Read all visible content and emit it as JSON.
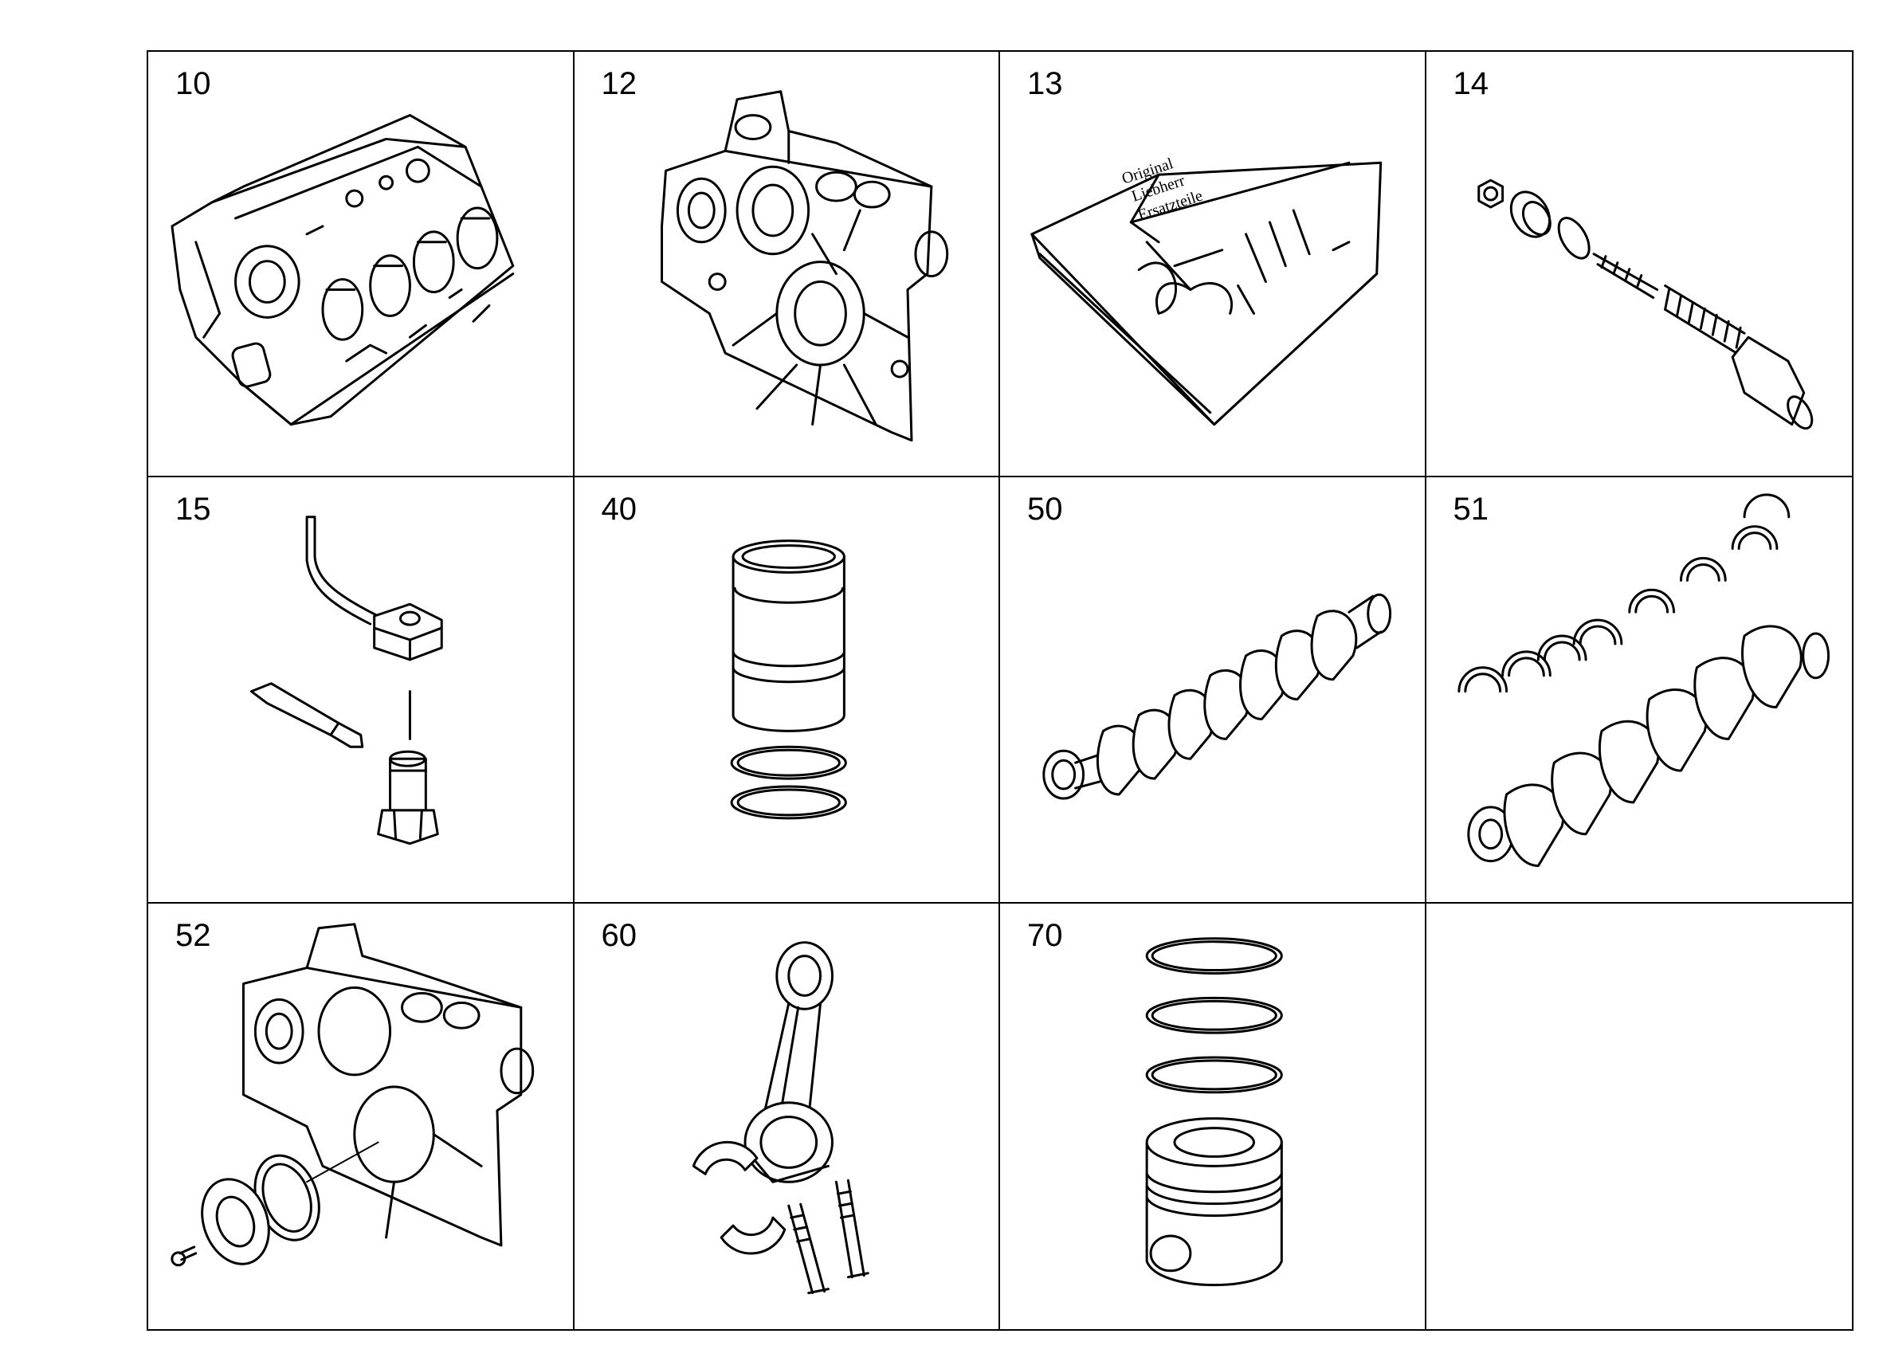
{
  "cells": [
    {
      "number": "10",
      "icon": "engine-block"
    },
    {
      "number": "12",
      "icon": "timing-cover"
    },
    {
      "number": "13",
      "icon": "gasket-kit-box"
    },
    {
      "number": "14",
      "icon": "pressure-relief-valve-kit"
    },
    {
      "number": "15",
      "icon": "oil-spray-nozzle-kit"
    },
    {
      "number": "40",
      "icon": "cylinder-liner"
    },
    {
      "number": "50",
      "icon": "crankshaft"
    },
    {
      "number": "51",
      "icon": "crankshaft-with-bearings"
    },
    {
      "number": "52",
      "icon": "timing-cover-with-seal"
    },
    {
      "number": "60",
      "icon": "connecting-rod"
    },
    {
      "number": "70",
      "icon": "piston-with-rings"
    },
    {
      "number": "",
      "icon": ""
    }
  ],
  "box_text": [
    "Original",
    "Liebherr",
    "Ersatzteile"
  ]
}
